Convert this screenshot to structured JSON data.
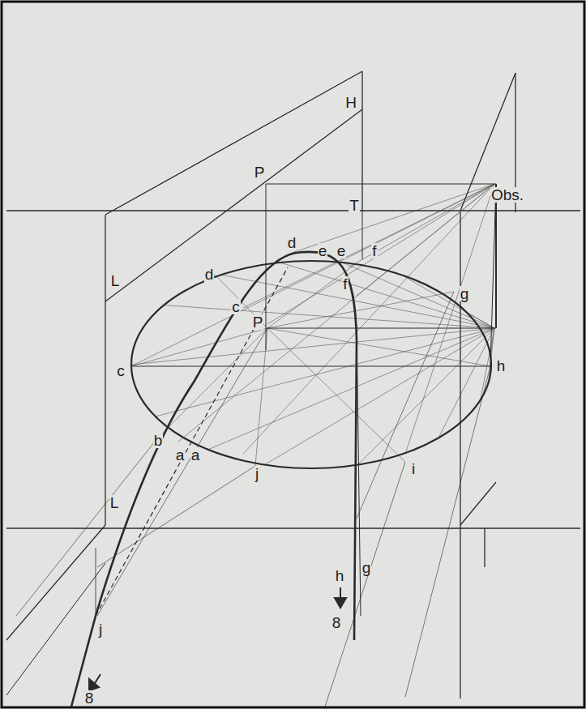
{
  "diagram": {
    "labels": [
      "H",
      "P",
      "Obs.",
      "T",
      "L",
      "d",
      "d",
      "e",
      "e",
      "f",
      "f",
      "c",
      "P",
      "g",
      "c",
      "h",
      "b",
      "a",
      "a",
      "j",
      "i",
      "L",
      "h",
      "g",
      "8",
      "j",
      "8"
    ]
  }
}
